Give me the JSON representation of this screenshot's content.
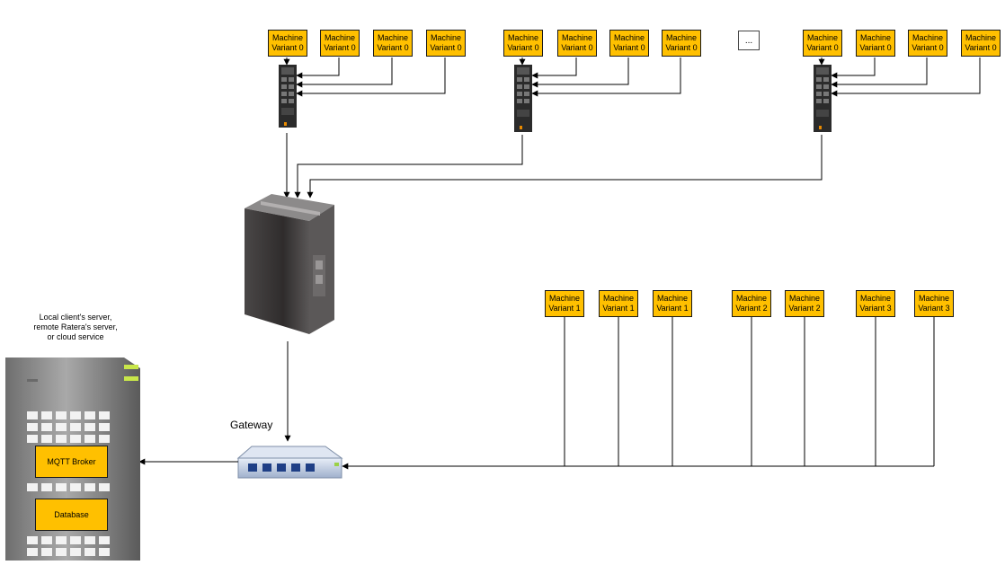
{
  "machines": {
    "row_top_label_line1": "Machine",
    "row_top_label_line2": "Variant 0",
    "group_a": [
      {
        "line1": "Machine",
        "line2": "Variant 0"
      },
      {
        "line1": "Machine",
        "line2": "Variant 0"
      },
      {
        "line1": "Machine",
        "line2": "Variant 0"
      },
      {
        "line1": "Machine",
        "line2": "Variant 0"
      }
    ],
    "group_b": [
      {
        "line1": "Machine",
        "line2": "Variant 0"
      },
      {
        "line1": "Machine",
        "line2": "Variant 0"
      },
      {
        "line1": "Machine",
        "line2": "Variant 0"
      },
      {
        "line1": "Machine",
        "line2": "Variant 0"
      }
    ],
    "group_c": [
      {
        "line1": "Machine",
        "line2": "Variant 0"
      },
      {
        "line1": "Machine",
        "line2": "Variant 0"
      },
      {
        "line1": "Machine",
        "line2": "Variant 0"
      },
      {
        "line1": "Machine",
        "line2": "Variant 0"
      }
    ],
    "bus_row": [
      {
        "line1": "Machine",
        "line2": "Variant 1"
      },
      {
        "line1": "Machine",
        "line2": "Variant 1"
      },
      {
        "line1": "Machine",
        "line2": "Variant 1"
      },
      {
        "line1": "Machine",
        "line2": "Variant 2"
      },
      {
        "line1": "Machine",
        "line2": "Variant 2"
      },
      {
        "line1": "Machine",
        "line2": "Variant 3"
      },
      {
        "line1": "Machine",
        "line2": "Variant 3"
      }
    ]
  },
  "ellipsis": "...",
  "server": {
    "caption_lines": [
      "Local client's server,",
      "remote Ratera's server,",
      "or cloud service"
    ],
    "broker_label": "MQTT Broker",
    "database_label": "Database"
  },
  "gateway": {
    "label": "Gateway"
  },
  "colors": {
    "machine_fill": "#ffc000",
    "line": "#000000",
    "server_body": "#8a8a8a",
    "io_module": "#2b2b2b",
    "controller": "#3d3a3a",
    "gateway_body": "#c9d4e6"
  },
  "icons": {
    "io_module": "io-link-master-icon",
    "controller": "edge-controller-icon",
    "gateway": "network-switch-icon",
    "server": "server-tower-icon"
  }
}
